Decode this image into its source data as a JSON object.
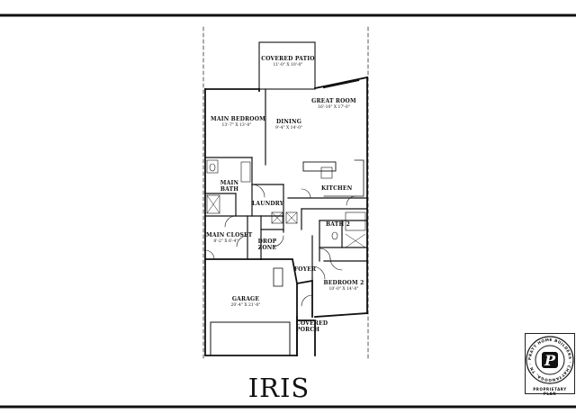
{
  "plan_name": "IRIS",
  "rooms": {
    "covered_patio": {
      "name": "COVERED PATIO",
      "dims": "11'-0\" X 10'-0\""
    },
    "great_room": {
      "name": "GREAT ROOM",
      "dims": "16'-10\" X 17'-0\""
    },
    "main_bedroom": {
      "name": "MAIN BEDROOM",
      "dims": "13'-7\" X 13'-0\""
    },
    "dining": {
      "name": "DINING",
      "dims": "9'-4\" X 14'-0\""
    },
    "main_bath": {
      "name": "MAIN BATH"
    },
    "kitchen": {
      "name": "KITCHEN"
    },
    "laundry": {
      "name": "LAUNDRY"
    },
    "main_closet": {
      "name": "MAIN CLOSET",
      "dims": "8'-2\" X 6'-4\""
    },
    "drop_zone": {
      "name": "DROP ZONE"
    },
    "bath_2": {
      "name": "BATH 2"
    },
    "foyer": {
      "name": "FOYER"
    },
    "bedroom_2": {
      "name": "BEDROOM 2",
      "dims": "10'-0\" X 14'-0\""
    },
    "garage": {
      "name": "GARAGE",
      "dims": "20'-4\" X 21'-0\""
    },
    "covered_porch": {
      "name": "COVERED PORCH"
    }
  },
  "logo": {
    "letter": "P",
    "ring_text": "PRATT HOME BUILDERS · CHATTANOOGA, TN ·",
    "caption": "PROPRIETARY PLAN"
  },
  "colors": {
    "line": "#111111",
    "background": "#ffffff"
  }
}
